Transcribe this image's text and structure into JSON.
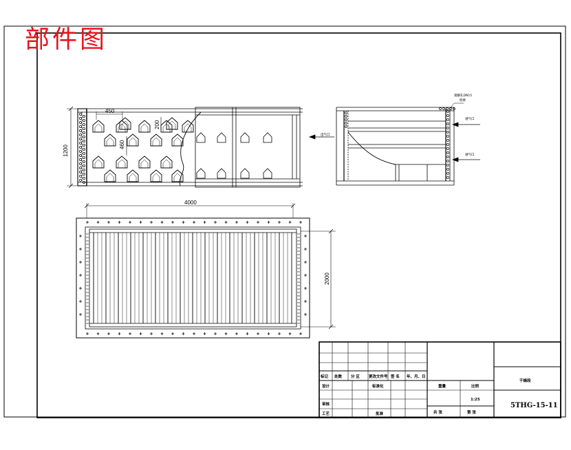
{
  "stamp": "部件图",
  "drawing": {
    "front_view": {
      "dim_spacing": "450",
      "dim_gap": "200",
      "dim_row_pitch": "460",
      "dim_height": "1200"
    },
    "side_view": {
      "label_outlet": "出气口",
      "label_inlet_top": "进气口",
      "label_inlet_bottom": "进气口",
      "note_line1": "观察孔DN15",
      "note_line2": "检修"
    },
    "plan_view": {
      "dim_length": "4000",
      "dim_width": "2000"
    }
  },
  "title_block": {
    "h_biaoji": "标记",
    "h_chushu": "处数",
    "h_fenqu": "分 区",
    "h_gengai": "更改文件号",
    "h_qianming": "签 名",
    "h_date": "年、月、日",
    "r_sheji": "设计",
    "r_biaozhunhua": "标准化",
    "r_shenhe": "审核",
    "r_gongyi": "工艺",
    "r_pizhun": "批准",
    "c_zhongliang": "重量",
    "c_bili": "比例",
    "scale": "1:25",
    "c_gongzhang": "共    张",
    "c_dizhang": "第    张",
    "part_name": "干燥段",
    "drawing_no": "5THG-15-11"
  }
}
